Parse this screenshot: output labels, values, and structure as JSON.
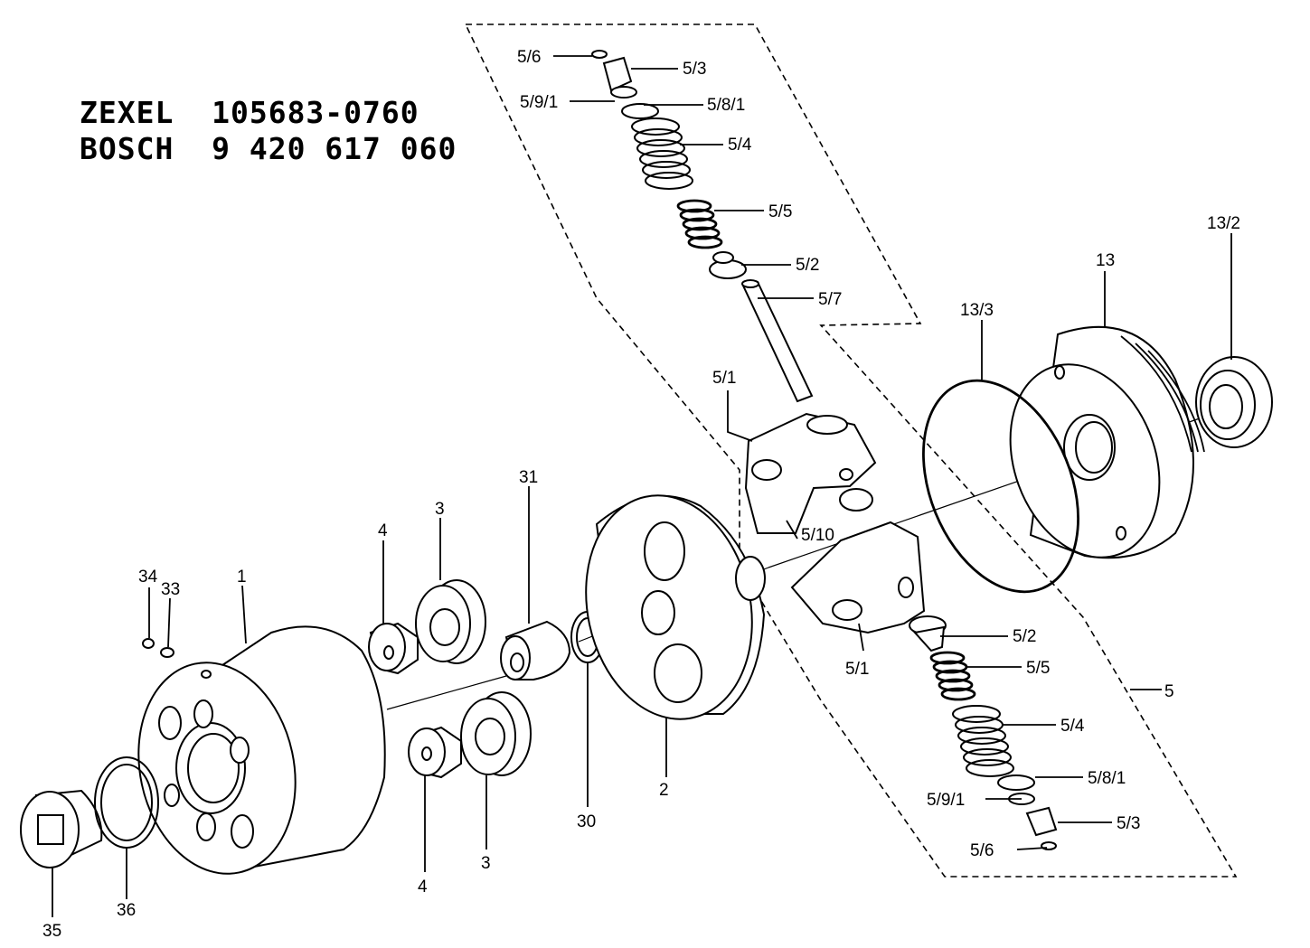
{
  "header": {
    "brand1": "ZEXEL",
    "number1": "105683-0760",
    "brand2": "BOSCH",
    "number2": "9 420 617 060"
  },
  "parts": {
    "p1": "1",
    "p2": "2",
    "p3a": "3",
    "p3b": "3",
    "p4a": "4",
    "p4b": "4",
    "p5": "5",
    "p5_1a": "5/1",
    "p5_1b": "5/1",
    "p5_2a": "5/2",
    "p5_2b": "5/2",
    "p5_3a": "5/3",
    "p5_3b": "5/3",
    "p5_4a": "5/4",
    "p5_4b": "5/4",
    "p5_5a": "5/5",
    "p5_5b": "5/5",
    "p5_6a": "5/6",
    "p5_6b": "5/6",
    "p5_7": "5/7",
    "p5_8_1a": "5/8/1",
    "p5_8_1b": "5/8/1",
    "p5_9_1a": "5/9/1",
    "p5_9_1b": "5/9/1",
    "p5_10": "5/10",
    "p13": "13",
    "p13_2": "13/2",
    "p13_3": "13/3",
    "p30": "30",
    "p31": "31",
    "p33": "33",
    "p34": "34",
    "p35": "35",
    "p36": "36"
  }
}
